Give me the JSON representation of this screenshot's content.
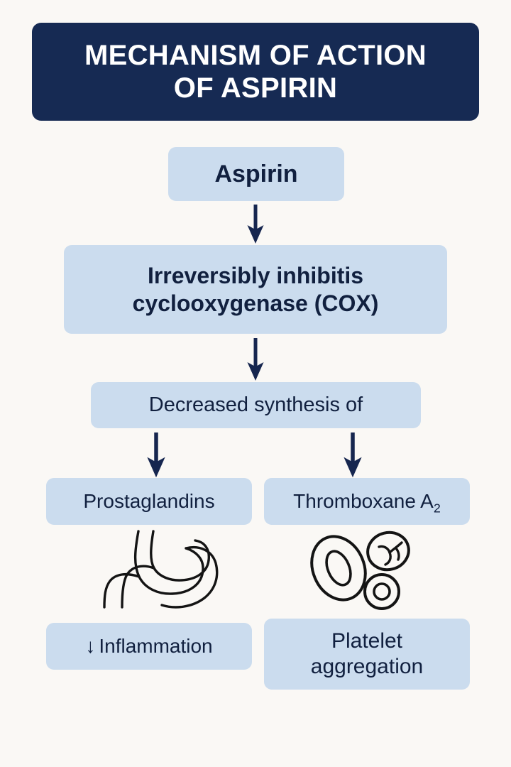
{
  "page": {
    "background_color": "#faf8f5",
    "accent_navy": "#162a53",
    "box_fill": "#cbdcee",
    "text_navy": "#11203f"
  },
  "title": {
    "line1": "MECHANISM OF ACTION",
    "line2": "OF ASPIRIN",
    "full": "MECHANISM OF ACTION OF ASPIRIN"
  },
  "flow": {
    "aspirin": "Aspirin",
    "cox_line1": "Irreversibly inhibitis",
    "cox_line2": "cyclooxygenase (COX)",
    "decreased": "Decreased synthesis of",
    "prostaglandins": "Prostaglandins",
    "thromboxane_base": "Thromboxane A",
    "thromboxane_subscript": "2",
    "inflammation_arrow": "↓",
    "inflammation": "Inflammation",
    "platelet_line1": "Platelet",
    "platelet_line2": "aggregation"
  },
  "illustrations": {
    "stomach": "stomach-outline-icon",
    "blood_cells": "blood-cells-icon",
    "red_blood_cell": "red-blood-cell-icon",
    "activated_platelet": "activated-platelet-icon",
    "small_platelet": "small-platelet-icon"
  },
  "arrows": {
    "aspirin_to_cox": "arrow-down",
    "cox_to_decreased": "arrow-down",
    "decreased_to_prostaglandins": "arrow-down",
    "decreased_to_thromboxane": "arrow-down"
  }
}
